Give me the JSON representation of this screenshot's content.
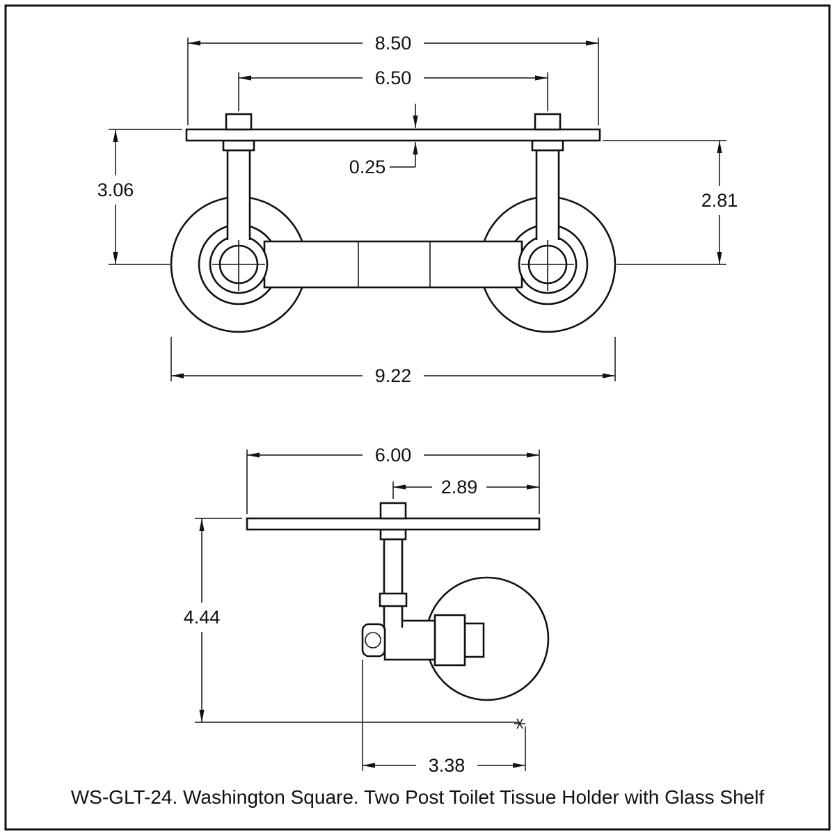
{
  "caption": "WS-GLT-24. Washington Square. Two Post Toilet Tissue Holder with Glass Shelf",
  "front_view": {
    "shelf_width": "8.50",
    "post_spacing": "6.50",
    "shelf_thickness": "0.25",
    "height_left": "3.06",
    "height_right": "2.81",
    "overall_width": "9.22"
  },
  "side_view": {
    "shelf_depth": "6.00",
    "post_setback": "2.89",
    "overall_height": "4.44",
    "wall_projection": "3.38"
  }
}
